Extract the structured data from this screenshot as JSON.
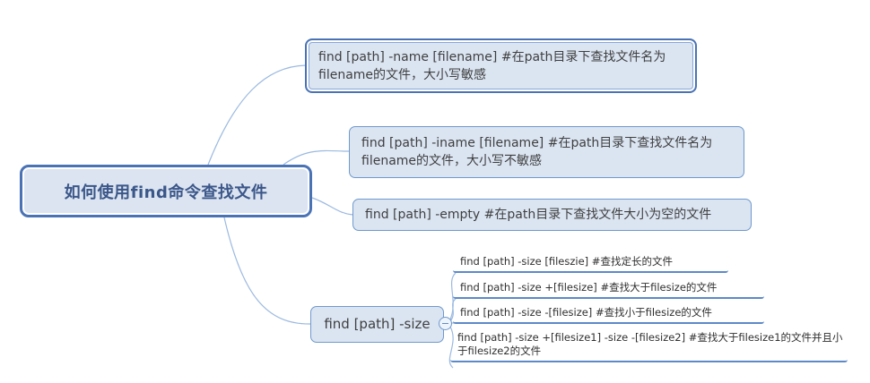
{
  "root": {
    "label": "如何使用find命令查找文件"
  },
  "branches": [
    {
      "label": "find [path] -name [filename] #在path目录下查找文件名为filename的文件，大小写敏感",
      "selected": true
    },
    {
      "label": "find [path] -iname [filename] #在path目录下查找文件名为filename的文件，大小写不敏感",
      "selected": false
    },
    {
      "label": "find [path] -empty #在path目录下查找文件大小为空的文件",
      "selected": false
    },
    {
      "label": "find [path] -size",
      "selected": false,
      "collapsed": false
    }
  ],
  "size_children": [
    {
      "label": "find [path] -size [fileszie] #查找定长的文件"
    },
    {
      "label": "find [path] -size +[filesize] #查找大于filesize的文件"
    },
    {
      "label": "find [path] -size -[filesize] #查找小于filesize的文件"
    },
    {
      "label": "find [path] -size +[filesize1] -size -[filesize2] #查找大于filesize1的文件并且小于filesize2的文件"
    }
  ],
  "icons": {
    "collapse_toggle": "minus-circle"
  },
  "colors": {
    "background": "#ffffff",
    "node_fill": "#dbe5f2",
    "node_border": "#6f98cc",
    "selected_border": "#4a73b5",
    "underline": "#5d89c8",
    "connector": "#9bb9e0",
    "root_text": "#3b5689",
    "body_text": "#3f3f3f"
  }
}
